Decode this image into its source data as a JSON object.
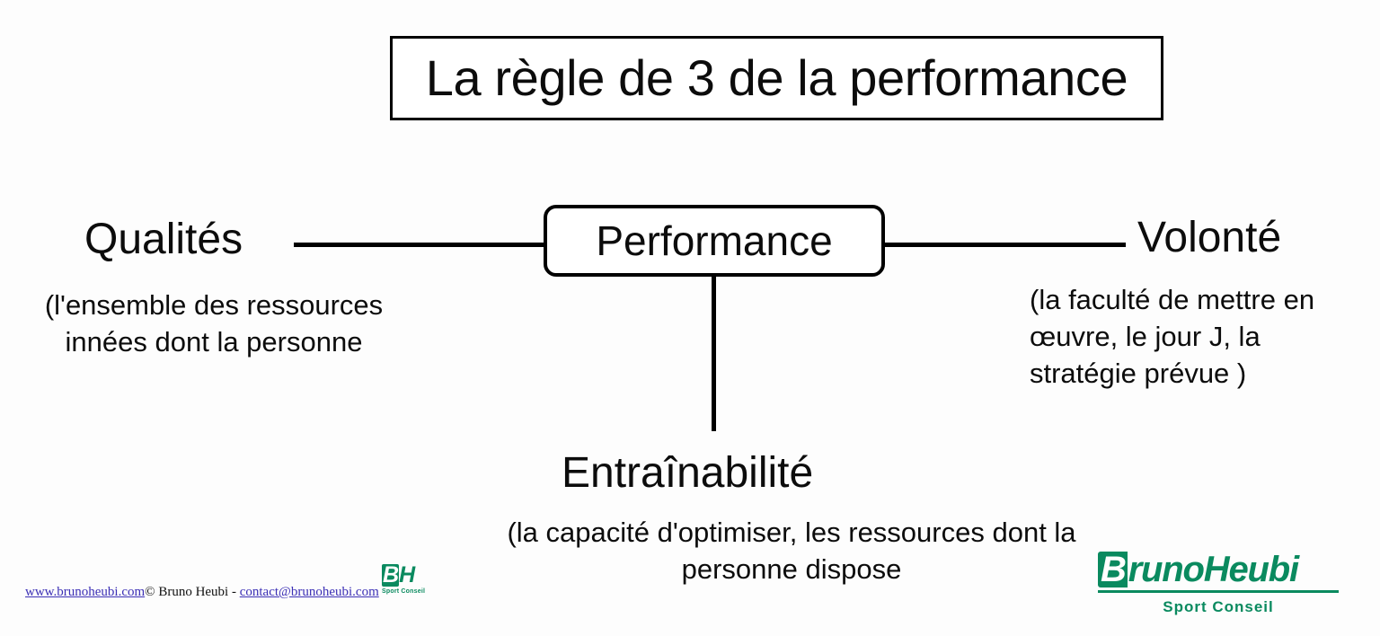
{
  "slide": {
    "title": "La règle de 3 de la performance",
    "center_node": "Performance",
    "branches": {
      "left": {
        "title": "Qualités",
        "description": "(l'ensemble des ressources innées dont la personne"
      },
      "right": {
        "title": "Volonté",
        "description": "(la faculté de mettre en œuvre, le jour J, la stratégie prévue )"
      },
      "bottom": {
        "title": "Entraînabilité",
        "description": "(la capacité d'optimiser, les ressources dont la personne dispose"
      }
    }
  },
  "footer": {
    "website": "www.brunoheubi.com",
    "copyright": "© Bruno Heubi  - ",
    "email": "contact@brunoheubi.com"
  },
  "logo_small": {
    "monogram_mark": "B",
    "monogram_rest": "H",
    "tagline": "Sport Conseil"
  },
  "logo_big": {
    "mark": "B",
    "word_first": "runo",
    "word_second": "Heubi",
    "tagline": "Sport Conseil"
  },
  "colors": {
    "brand_green": "#0a8a5f",
    "link_blue": "#3b2fb5",
    "ink": "#0c0c0c",
    "background": "#fdfdfd"
  }
}
